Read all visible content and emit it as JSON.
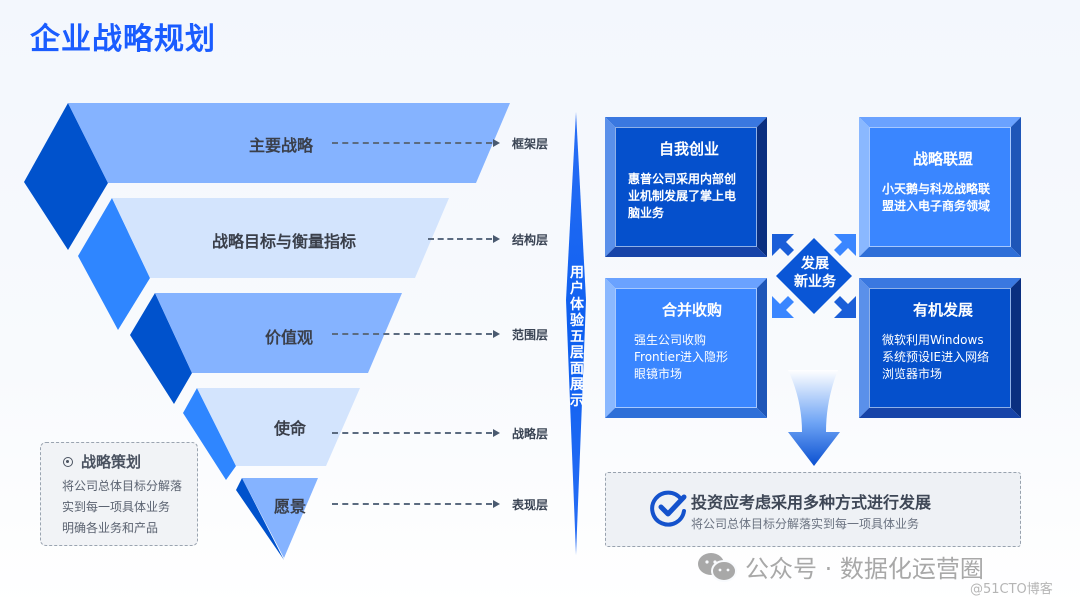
{
  "title": "企业战略规划",
  "funnel": {
    "layers": [
      {
        "label": "主要战略",
        "tag": "框架层"
      },
      {
        "label": "战略目标与衡量指标",
        "tag": "结构层"
      },
      {
        "label": "价值观",
        "tag": "范围层"
      },
      {
        "label": "使命",
        "tag": "战略层"
      },
      {
        "label": "愿景",
        "tag": "表现层"
      }
    ],
    "colors": {
      "dark": "#0052cc",
      "mid": "#2f86ff",
      "light_face": "#85b3ff",
      "pale_face": "#d3e4fd"
    }
  },
  "note": {
    "icon": "radio-dot-icon",
    "title": "战略策划",
    "lines": [
      "将公司总体目标分解落",
      "实到每一项具体业务",
      "明确各业务和产品"
    ]
  },
  "spine": {
    "text": "用户体验五层面展示",
    "color": "#0d5ff0"
  },
  "quadrants": [
    {
      "title": "自我创业",
      "lines": [
        "惠普公司采用内部创",
        "业机制发展了掌上电",
        "脑业务"
      ],
      "color": "#0550cc"
    },
    {
      "title": "战略联盟",
      "lines": [
        "小天鹅与科龙战略联",
        "盟进入电子商务领域"
      ],
      "color": "#3a86ff"
    },
    {
      "title": "合并收购",
      "lines": [
        "强生公司收购",
        "Frontier进入隐形",
        "眼镜市场"
      ],
      "color": "#3a86ff"
    },
    {
      "title": "有机发展",
      "lines": [
        "微软利用Windows",
        "系统预设IE进入网络",
        "浏览器市场"
      ],
      "color": "#0550cc"
    }
  ],
  "center": {
    "line1": "发展",
    "line2": "新业务"
  },
  "conclusion": {
    "icon": "check-circle-icon",
    "title": "投资应考虑采用多种方式进行发展",
    "subtitle": "将公司总体目标分解落实到每一项具体业务"
  },
  "watermark": {
    "icon": "wechat-icon",
    "text": "公众号 · 数据化运营圈",
    "sub": "@51CTO博客"
  }
}
